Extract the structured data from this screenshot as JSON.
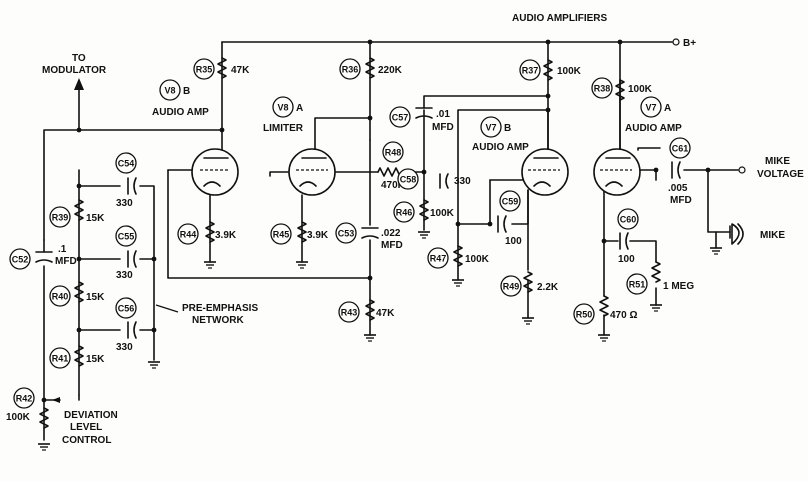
{
  "labels": {
    "audio_amplifiers": "AUDIO AMPLIFIERS",
    "b_plus": "B+",
    "to": "TO",
    "modulator": "MODULATOR",
    "v8b_amp": "AUDIO AMP",
    "limiter": "LIMITER",
    "v7b_amp": "AUDIO AMP",
    "v7a_amp": "AUDIO AMP",
    "mike_voltage_1": "MIKE",
    "mike_voltage_2": "VOLTAGE",
    "mike": "MIKE",
    "pre_emphasis_1": "PRE-EMPHASIS",
    "pre_emphasis_2": "NETWORK",
    "deviation_1": "DEVIATION",
    "deviation_2": "LEVEL",
    "deviation_3": "CONTROL"
  },
  "tubes": {
    "v8b": {
      "ref": "V8",
      "unit": "B"
    },
    "v8a": {
      "ref": "V8",
      "unit": "A"
    },
    "v7b": {
      "ref": "V7",
      "unit": "B"
    },
    "v7a": {
      "ref": "V7",
      "unit": "A"
    }
  },
  "components": {
    "r35": {
      "ref": "R35",
      "value": "47K"
    },
    "r36": {
      "ref": "R36",
      "value": "220K"
    },
    "r37": {
      "ref": "R37",
      "value": "100K"
    },
    "r38": {
      "ref": "R38",
      "value": "100K"
    },
    "r39": {
      "ref": "R39",
      "value": "15K"
    },
    "r40": {
      "ref": "R40",
      "value": "15K"
    },
    "r41": {
      "ref": "R41",
      "value": "15K"
    },
    "r42": {
      "ref": "R42",
      "value": "100K"
    },
    "r43": {
      "ref": "R43",
      "value": "47K"
    },
    "r44": {
      "ref": "R44",
      "value": "3.9K"
    },
    "r45": {
      "ref": "R45",
      "value": "3.9K"
    },
    "r46": {
      "ref": "R46",
      "value": "100K"
    },
    "r47": {
      "ref": "R47",
      "value": "100K"
    },
    "r48": {
      "ref": "R48",
      "value": "470K"
    },
    "r49": {
      "ref": "R49",
      "value": "2.2K"
    },
    "r50": {
      "ref": "R50",
      "value": "470 Ω"
    },
    "r51": {
      "ref": "R51",
      "value": "1 MEG"
    },
    "c52": {
      "ref": "C52",
      "value": ".1",
      "unit": "MFD"
    },
    "c53": {
      "ref": "C53",
      "value": ".022",
      "unit": "MFD"
    },
    "c54": {
      "ref": "C54",
      "value": "330"
    },
    "c55": {
      "ref": "C55",
      "value": "330"
    },
    "c56": {
      "ref": "C56",
      "value": "330"
    },
    "c57": {
      "ref": "C57",
      "value": ".01",
      "unit": "MFD"
    },
    "c58": {
      "ref": "C58",
      "value": "330"
    },
    "c59": {
      "ref": "C59",
      "value": "100"
    },
    "c60": {
      "ref": "C60",
      "value": "100"
    },
    "c61": {
      "ref": "C61",
      "value": ".005",
      "unit": "MFD"
    }
  }
}
